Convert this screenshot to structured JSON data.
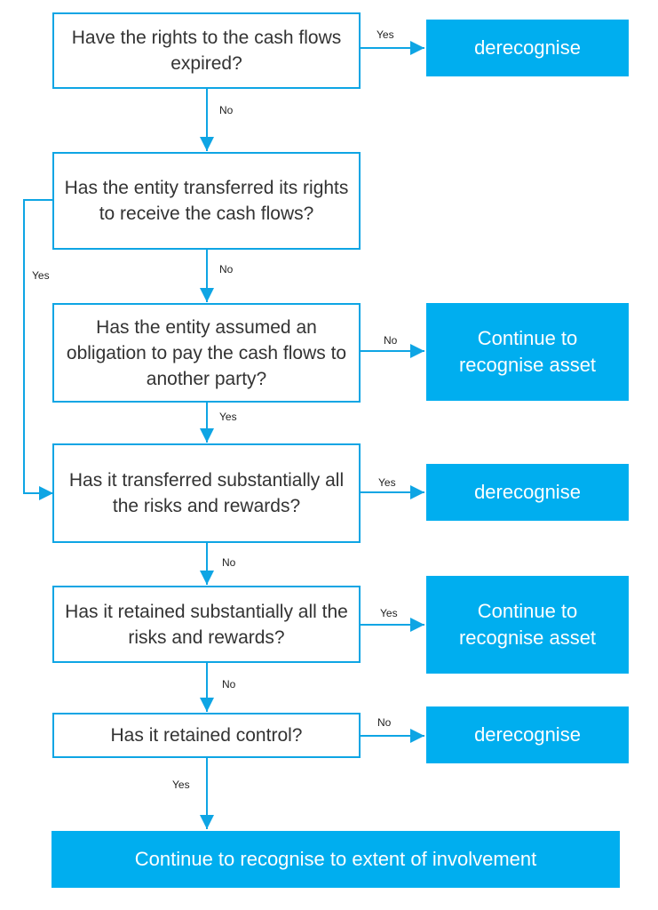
{
  "questions": [
    "Have the rights to the cash flows expired?",
    "Has the entity transferred its rights to receive the cash flows?",
    "Has the entity assumed an obligation to pay the cash flows to another party?",
    "Has it transferred substantially all the risks and rewards?",
    "Has it retained substantially all the risks and rewards?",
    "Has it retained control?"
  ],
  "outcomes": {
    "o1": "derecognise",
    "o2": "Continue to recognise asset",
    "o3": "derecognise",
    "o4": "Continue to recognise asset",
    "o5": "derecognise",
    "final": "Continue to recognise to extent of involvement"
  },
  "labels": {
    "q1_yes": "Yes",
    "q1_no": "No",
    "q2_no": "No",
    "q2_yes": "Yes",
    "q3_no": "No",
    "q3_yes": "Yes",
    "q4_yes": "Yes",
    "q4_no": "No",
    "q5_yes": "Yes",
    "q5_no": "No",
    "q6_no": "No",
    "q6_yes": "Yes"
  },
  "colors": {
    "accent": "#00aeef",
    "line": "#0ea5e4"
  }
}
